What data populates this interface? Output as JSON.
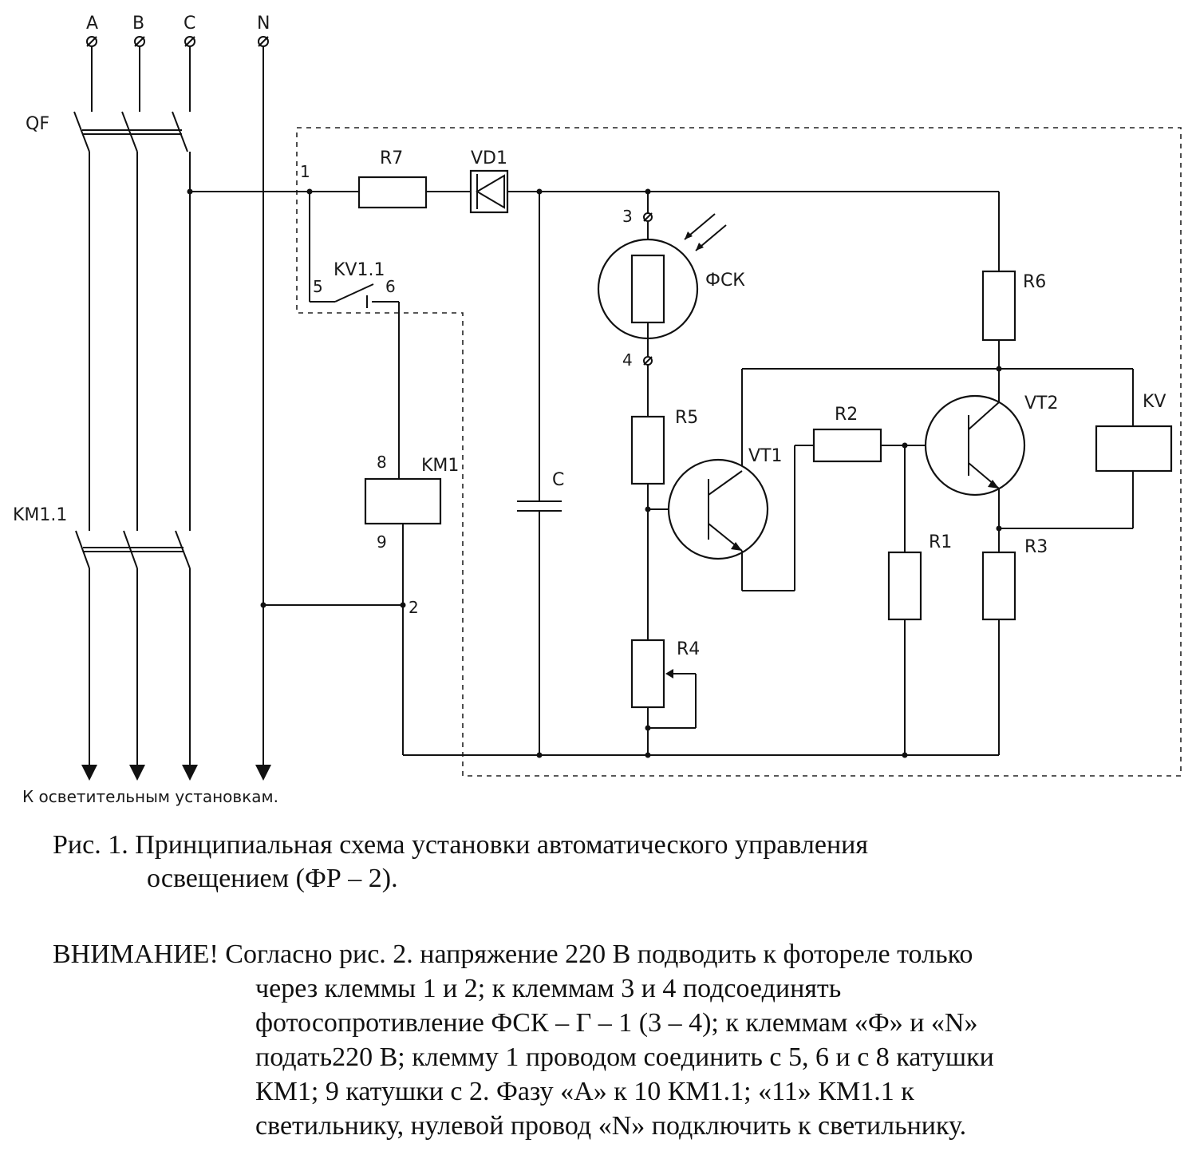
{
  "labels": {
    "bus_a": "A",
    "bus_b": "B",
    "bus_c": "C",
    "bus_n": "N",
    "breaker": "QF",
    "contactor_main": "KM1.1",
    "r7": "R7",
    "vd1": "VD1",
    "term1": "1",
    "term2": "2",
    "term3": "3",
    "term4": "4",
    "term5": "5",
    "term6": "6",
    "term8": "8",
    "term9": "9",
    "kv11": "KV1.1",
    "km1": "KM1",
    "photo": "ФСК",
    "r6": "R6",
    "r5": "R5",
    "vt1": "VT1",
    "r2": "R2",
    "vt2": "VT2",
    "kv": "KV",
    "c": "C",
    "r1": "R1",
    "r3": "R3",
    "r4": "R4",
    "bottom_note": "К осветительным установкам."
  },
  "caption": {
    "line1": "Рис. 1. Принципиальная схема установки автоматического управления",
    "line2": "освещением (ФР – 2)."
  },
  "warning": {
    "head": "ВНИМАНИЕ!",
    "line1": "Согласно рис. 2. напряжение 220 В подводить к фотореле только",
    "line2": "через клеммы 1 и 2; к клеммам 3 и 4 подсоединять",
    "line3": "фотосопротивление ФСК – Г – 1 (3 – 4); к клеммам «Ф» и «N»",
    "line4": "подать220 В; клемму 1 проводом соединить с 5, 6 и с 8 катушки",
    "line5": "КМ1; 9 катушки с 2. Фазу «А» к 10 КМ1.1; «11» КМ1.1 к",
    "line6": "светильнику, нулевой провод «N» подключить к светильнику."
  }
}
